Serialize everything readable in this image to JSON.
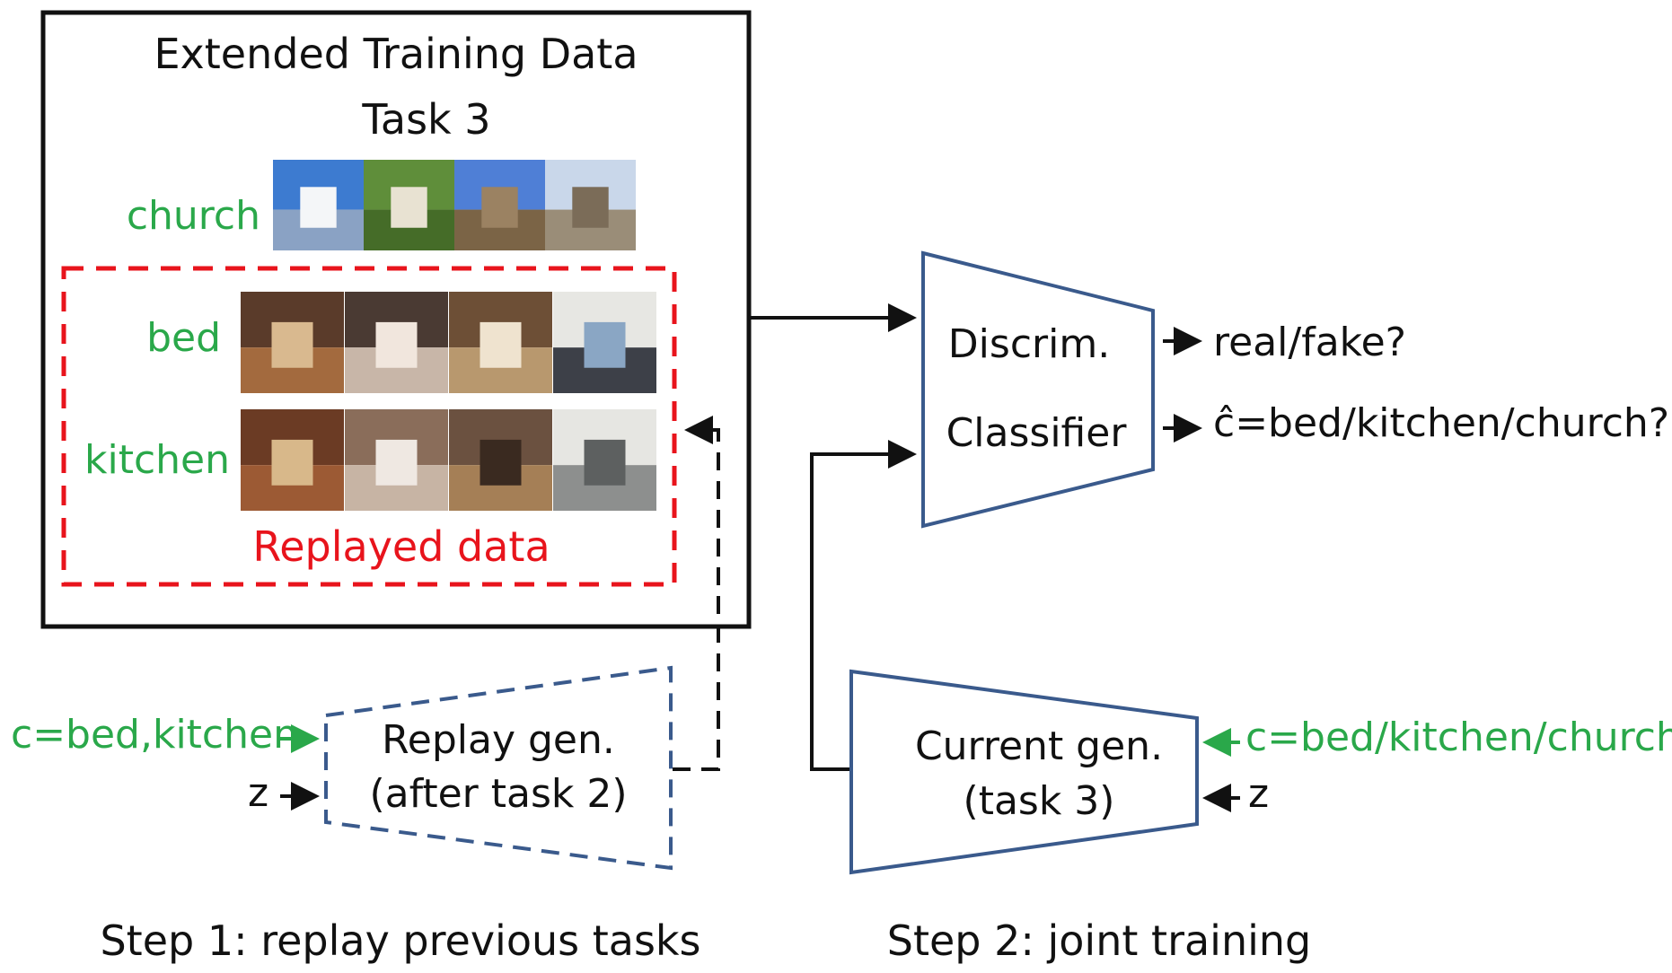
{
  "training_box": {
    "title_line1": "Extended Training Data",
    "title_line2": "Task 3",
    "rows": [
      {
        "label": "church",
        "thumbs": [
          {
            "sky": "#3d7bd0",
            "ground": "#8aa2c4",
            "accent": "#f4f6f8"
          },
          {
            "sky": "#5f8e3a",
            "ground": "#456c28",
            "accent": "#e8e2d2"
          },
          {
            "sky": "#4f7fd6",
            "ground": "#7b6446",
            "accent": "#9b8262"
          },
          {
            "sky": "#c9d7ea",
            "ground": "#9a8d78",
            "accent": "#7b6c58"
          }
        ]
      },
      {
        "label": "bed",
        "thumbs": [
          {
            "sky": "#5a3b2a",
            "ground": "#a36a3e",
            "accent": "#d9b98f"
          },
          {
            "sky": "#4a3a33",
            "ground": "#c8b6a8",
            "accent": "#f1e6dd"
          },
          {
            "sky": "#6d4f36",
            "ground": "#b8986e",
            "accent": "#efe3cf"
          },
          {
            "sky": "#e7e7e3",
            "ground": "#3d4048",
            "accent": "#8aa6c4"
          }
        ]
      },
      {
        "label": "kitchen",
        "thumbs": [
          {
            "sky": "#6b3b24",
            "ground": "#9c5a34",
            "accent": "#d8b88a"
          },
          {
            "sky": "#8a6d5a",
            "ground": "#c7b4a4",
            "accent": "#efe8e2"
          },
          {
            "sky": "#6b5140",
            "ground": "#a57f56",
            "accent": "#3a2a20"
          },
          {
            "sky": "#e6e6e2",
            "ground": "#8d8f8e",
            "accent": "#5d6060"
          }
        ]
      }
    ],
    "replayed_label": "Replayed data"
  },
  "discriminator": {
    "line1": "Discrim.",
    "line2": "Classifier",
    "output1": "real/fake?",
    "output2": "ĉ=bed/kitchen/church?"
  },
  "replay_generator": {
    "line1": "Replay gen.",
    "line2": "(after task 2)",
    "input_c": "c=bed,kitchen",
    "input_z": "z"
  },
  "current_generator": {
    "line1": "Current gen.",
    "line2": "(task 3)",
    "input_c": "c=bed/kitchen/church",
    "input_z": "z"
  },
  "steps": {
    "step1": "Step 1: replay previous tasks",
    "step2": "Step 2: joint training"
  },
  "colors": {
    "green": "#2aa84a",
    "red": "#e8141c",
    "blue": "#3a5a8c",
    "black": "#111111"
  }
}
